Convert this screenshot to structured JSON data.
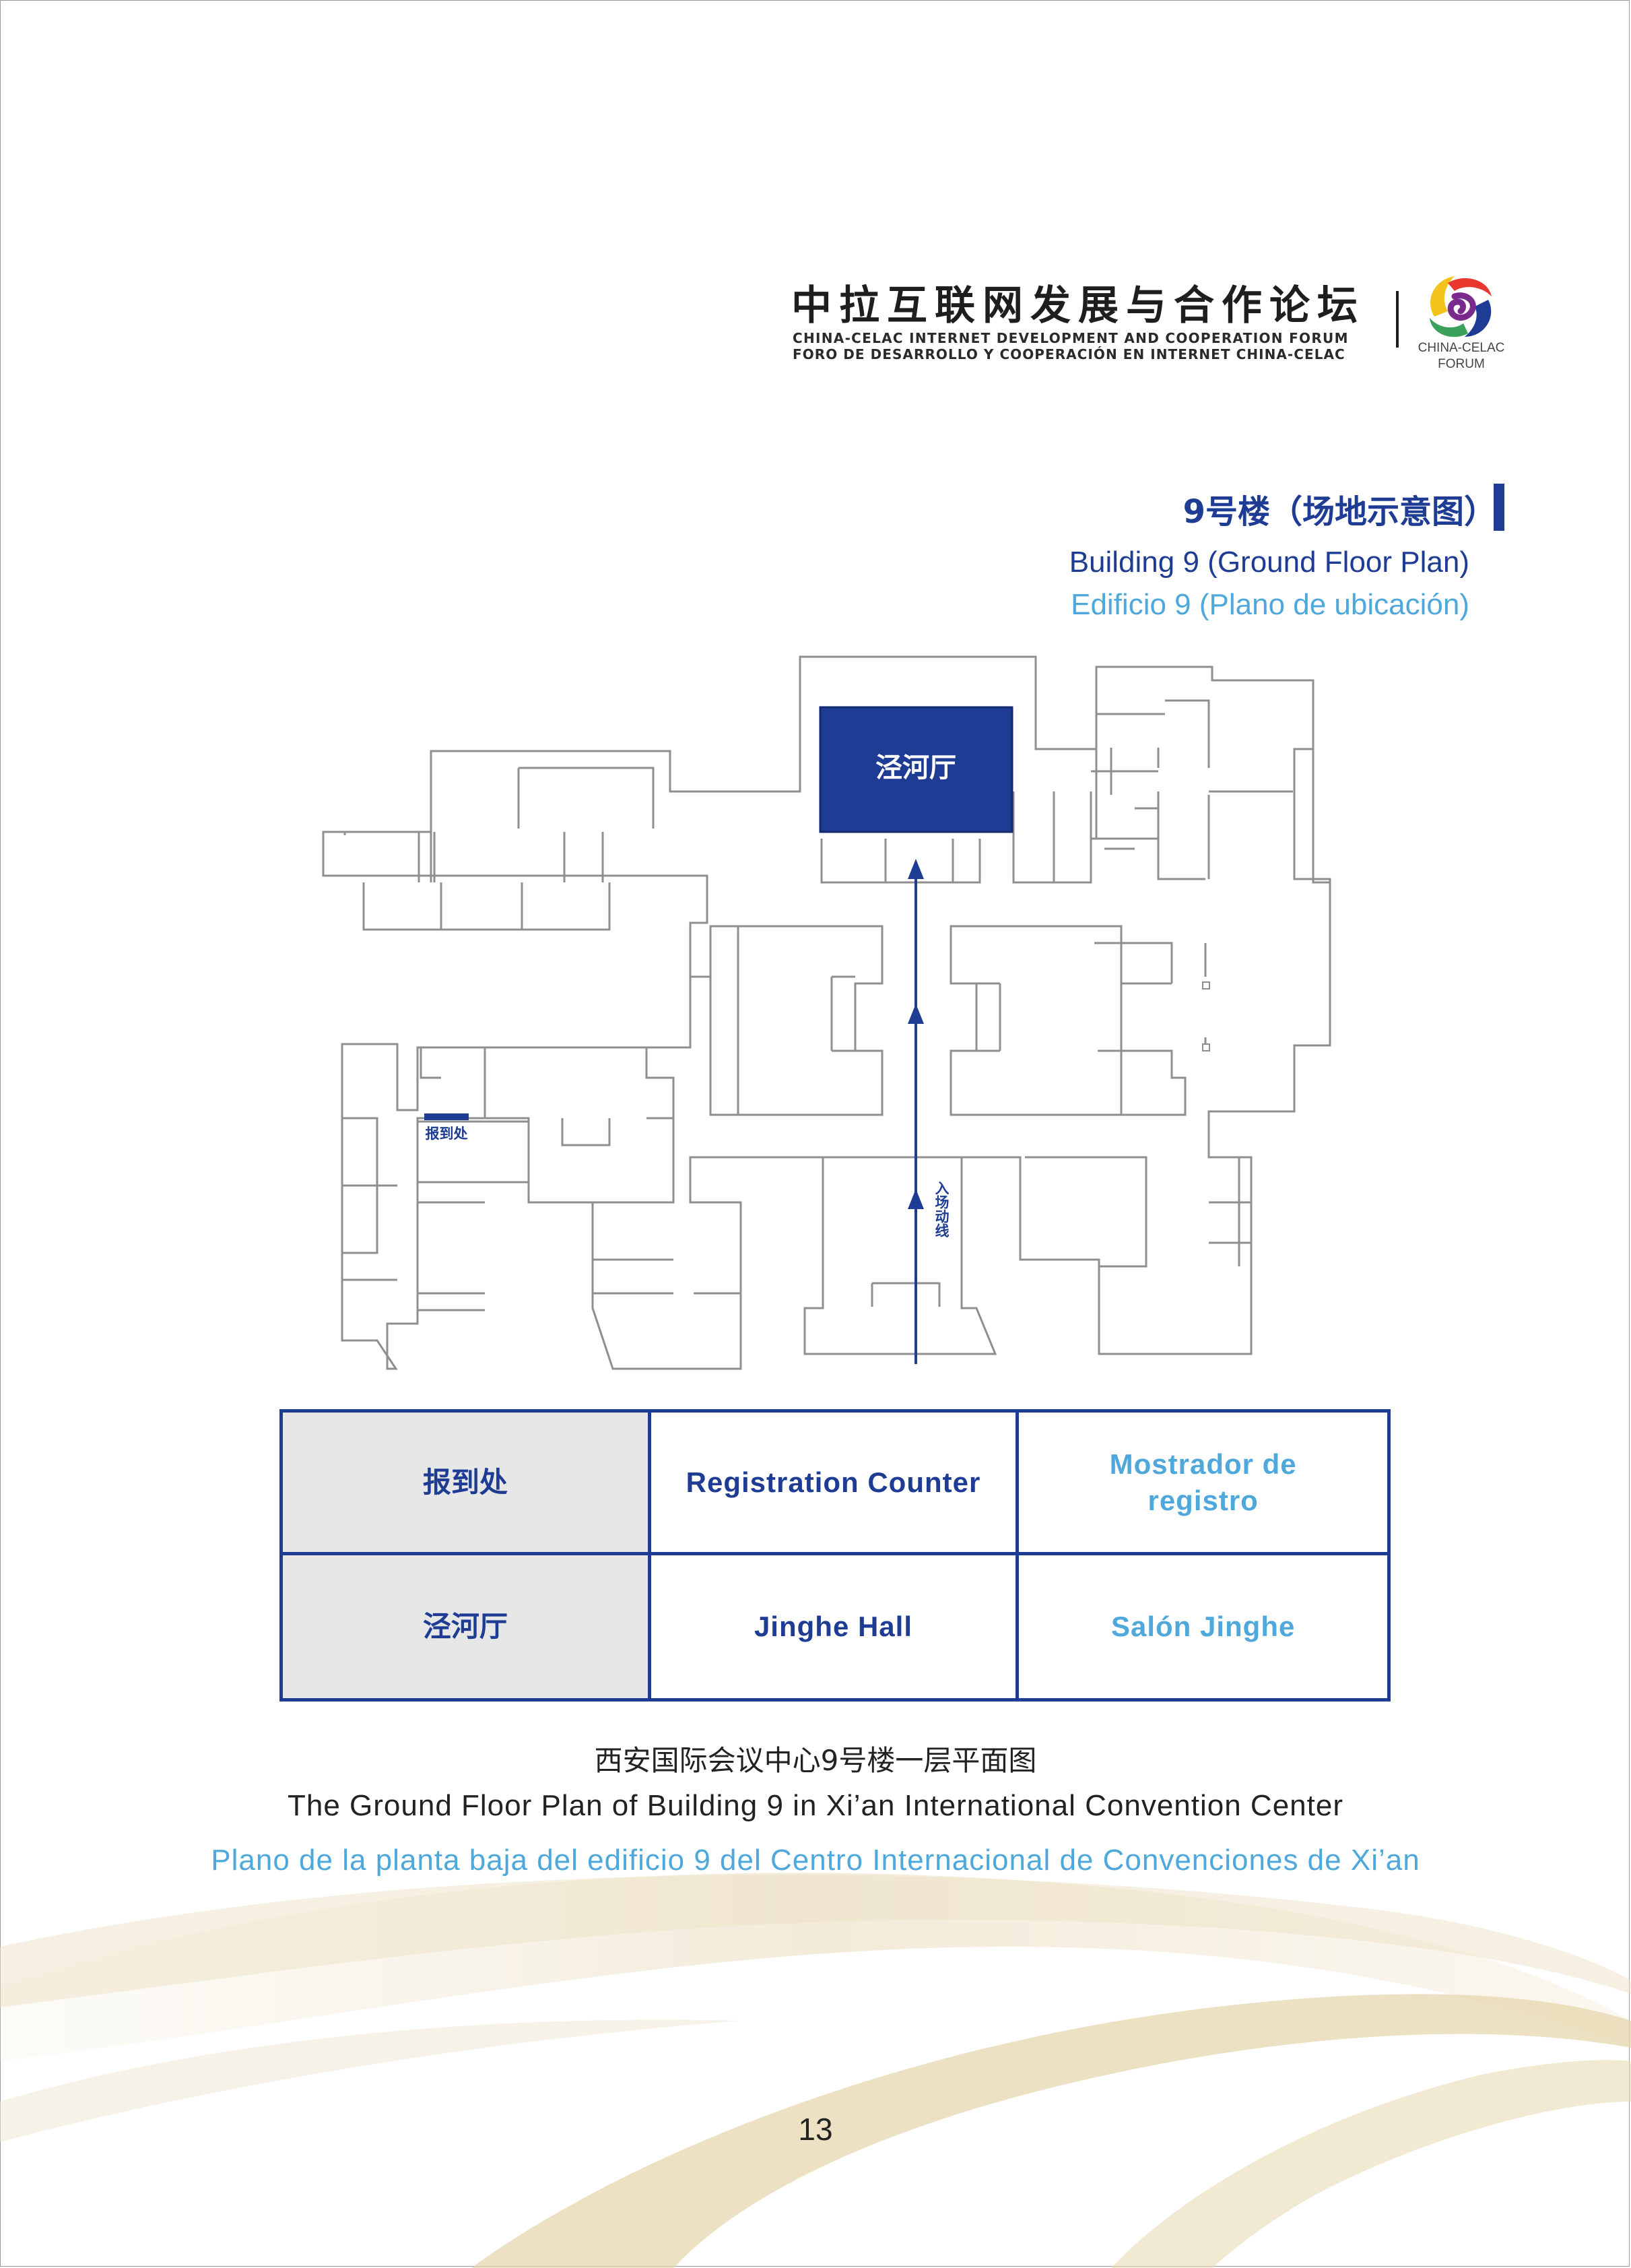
{
  "header": {
    "title_cn": "中拉互联网发展与合作论坛",
    "title_en": "CHINA-CELAC INTERNET DEVELOPMENT AND COOPERATION FORUM",
    "title_es": "FORO DE DESARROLLO Y COOPERACIÓN EN INTERNET CHINA-CELAC",
    "logo_text_line1": "CHINA-CELAC",
    "logo_text_line2": "FORUM"
  },
  "section_title": {
    "cn": "9号楼（场地示意图）",
    "en": "Building 9 (Ground Floor Plan)",
    "es": "Edificio 9 (Plano de ubicación)"
  },
  "floorplan": {
    "hall_label": "泾河厅",
    "registration_label": "报到处",
    "entrance_route_label": "入场动线",
    "accent_color": "#1e3c94"
  },
  "legend": {
    "rows": [
      {
        "cn": "报到处",
        "en": "Registration Counter",
        "es": "Mostrador de registro"
      },
      {
        "cn": "泾河厅",
        "en": "Jinghe Hall",
        "es": "Salón Jinghe"
      }
    ]
  },
  "caption": {
    "cn": "西安国际会议中心9号楼一层平面图",
    "en": "The Ground Floor Plan of Building 9 in Xi’an International Convention Center",
    "es": "Plano de la planta baja del edificio 9 del Centro Internacional de Convenciones de Xi’an"
  },
  "page_number": "13",
  "colors": {
    "primary_blue": "#1e3c94",
    "light_blue": "#4fa8dc",
    "gold": "#e8d9b8"
  }
}
